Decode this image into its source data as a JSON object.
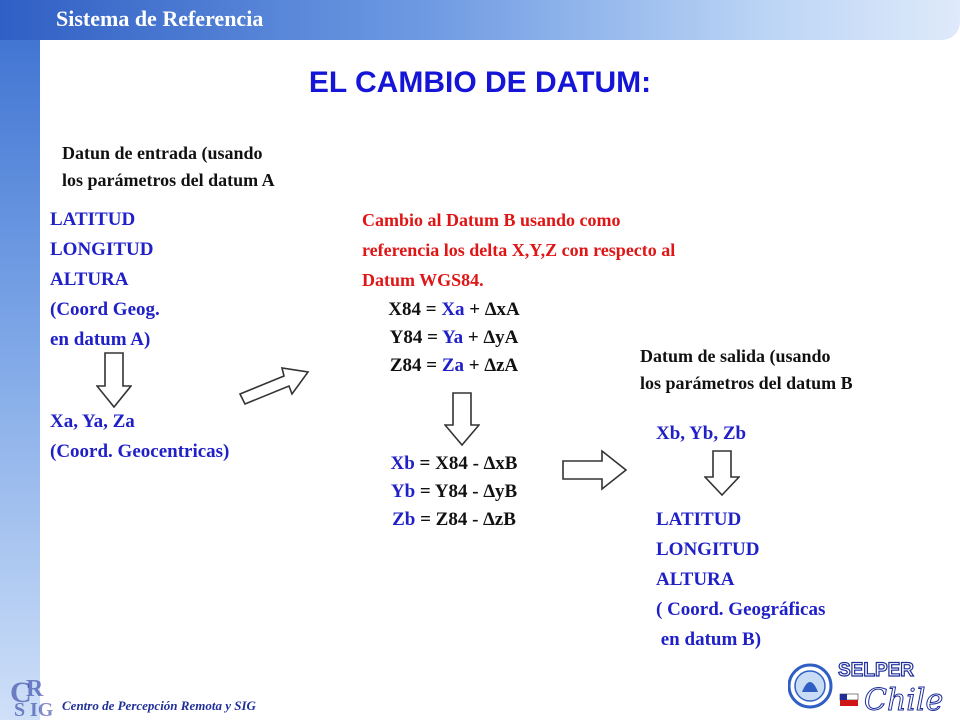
{
  "header": {
    "title": "Sistema de Referencia"
  },
  "main_title": "EL CAMBIO DE DATUM:",
  "input_block": {
    "heading": [
      "Datun de entrada (usando",
      "los parámetros del datum A"
    ],
    "lines": [
      "LATITUD",
      "LONGITUD",
      "ALTURA",
      "(Coord Geog.",
      "en datum A)"
    ],
    "geocentric": [
      "Xa, Ya, Za",
      "(Coord. Geocentricas)"
    ]
  },
  "change_block": {
    "text": [
      "Cambio al Datum B usando como",
      "referencia los delta X,Y,Z con respecto al",
      "Datum WGS84."
    ],
    "equations_to_wgs84": [
      {
        "lhs": "X84",
        "op": " = ",
        "var": "Xa",
        "rest": " + ∆xA"
      },
      {
        "lhs": "Y84",
        "op": " = ",
        "var": "Ya",
        "rest": " + ∆yA"
      },
      {
        "lhs": "Z84",
        "op": " = ",
        "var": "Za",
        "rest": " + ∆zA"
      }
    ],
    "equations_to_b": [
      {
        "var": "Xb",
        "rest": " = X84 - ∆xB"
      },
      {
        "var": "Yb",
        "rest": " = Y84 - ∆yB"
      },
      {
        "var": "Zb",
        "rest": " = Z84 - ∆zB"
      }
    ]
  },
  "output_block": {
    "heading": [
      "Datum de salida (usando",
      "los parámetros del datum B"
    ],
    "geocentric": "Xb, Yb, Zb",
    "lines": [
      "LATITUD",
      "LONGITUD",
      "ALTURA",
      "( Coord. Geográficas",
      " en datum B)"
    ]
  },
  "footer": {
    "text": "Centro de Percepción Remota y SIG",
    "logo_left": "CRSIG",
    "logo_right": {
      "word1": "SELPER",
      "word2": "Chile"
    }
  },
  "colors": {
    "title_blue": "#1515d8",
    "text_blue": "#2020c8",
    "text_red": "#e01515",
    "header_blue": "#2f5fc4"
  },
  "icons": [
    "down-arrow-icon",
    "diagonal-arrow-icon",
    "right-arrow-icon"
  ]
}
